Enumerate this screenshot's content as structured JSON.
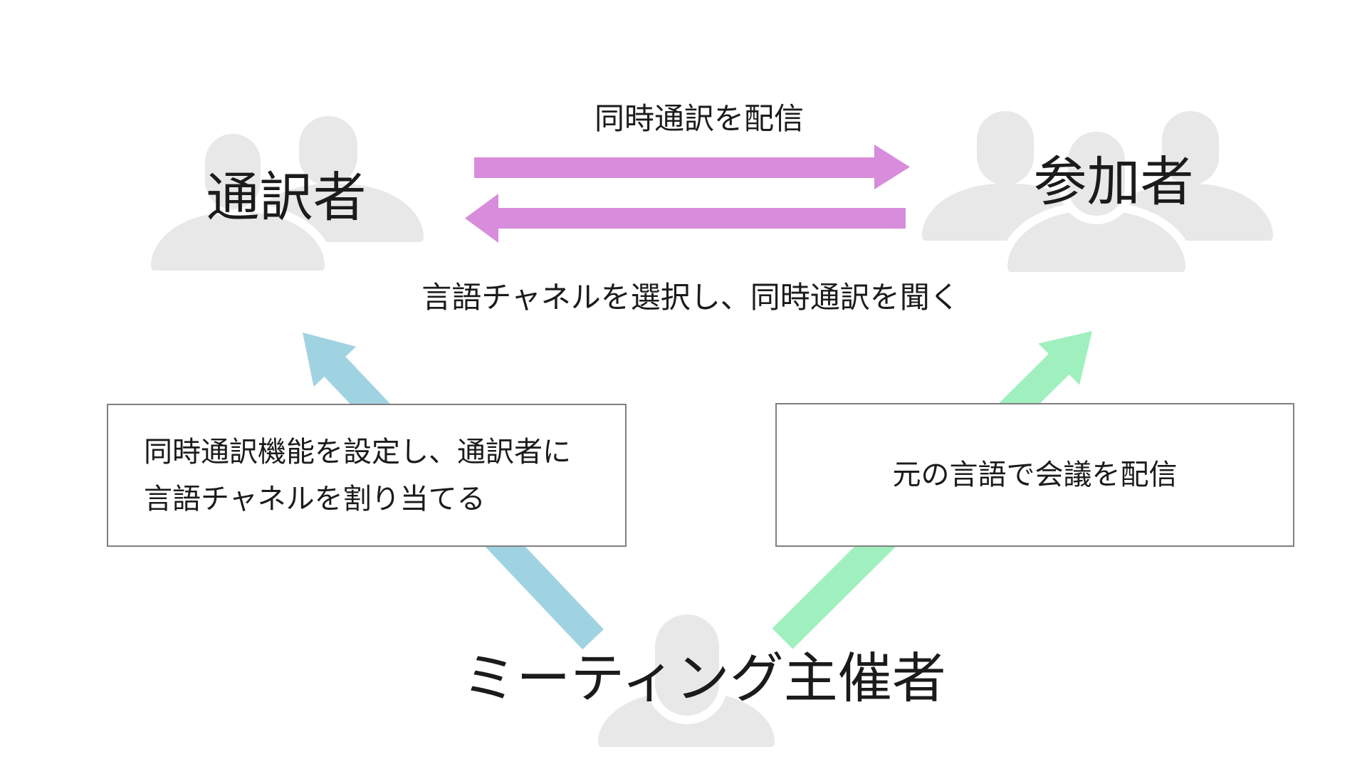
{
  "nodes": {
    "interpreters": {
      "label": "通訳者"
    },
    "participants": {
      "label": "参加者"
    },
    "host": {
      "label": "ミーティング主催者"
    }
  },
  "flows": {
    "interpretation_broadcast": {
      "label": "同時通訳を配信"
    },
    "channel_listen": {
      "label": "言語チャネルを選択し、同時通訳を聞く"
    },
    "host_setup": {
      "lines": [
        "同時通訳機能を設定し、通訳者に",
        "言語チャネルを割り当てる"
      ]
    },
    "host_broadcast": {
      "label": "元の言語で会議を配信"
    }
  },
  "colors": {
    "interpretation_arrow": "#d88cdc",
    "setup_arrow": "#a0d3e2",
    "broadcast_arrow": "#a0f0bf",
    "silhouette": "#e8e8e8",
    "box_border": "#7f7f7f",
    "text": "#1b1b1b",
    "background": "#ffffff"
  }
}
